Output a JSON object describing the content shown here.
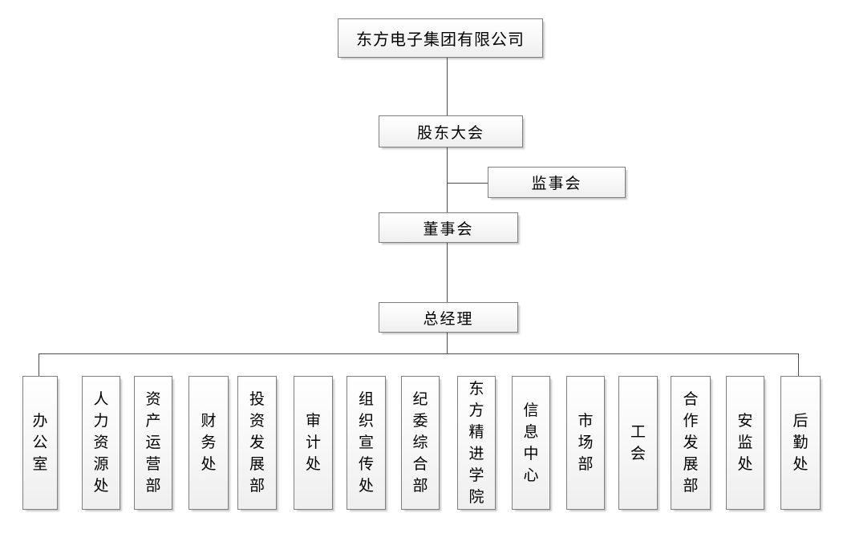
{
  "org": {
    "company": "东方电子集团有限公司",
    "shareholders_meeting": "股东大会",
    "supervisory_board": "监事会",
    "board_of_directors": "董事会",
    "general_manager": "总经理",
    "departments": [
      "办公室",
      "人力资源处",
      "资产运营部",
      "财务处",
      "投资发展部",
      "审计处",
      "组织宣传处",
      "纪委综合部",
      "东方精进学院",
      "信息中心",
      "市场部",
      "工会",
      "合作发展部",
      "安监处",
      "后勤处"
    ],
    "colors": {
      "box_border": "#7f7f7f",
      "box_fill": "#f5f5f5",
      "connector": "#4d4d4d",
      "text": "#000000",
      "background": "#ffffff"
    }
  }
}
